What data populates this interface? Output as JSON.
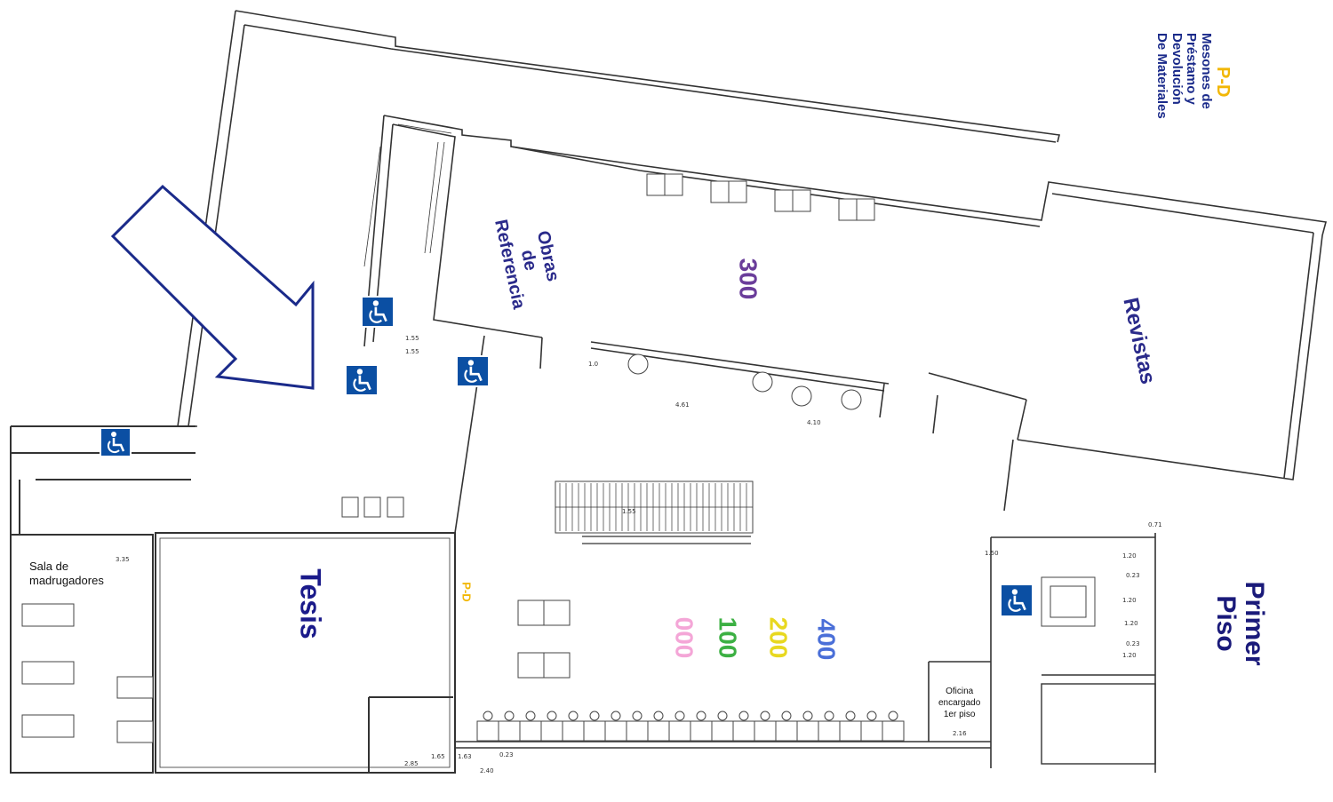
{
  "legend": {
    "code": "P-D",
    "lines": [
      "Mesones de",
      "Préstamo y",
      "Devolución",
      "De Materiales"
    ],
    "code_color": "#f2b705",
    "text_color": "#1a2a8a"
  },
  "floor_title": [
    "Primer",
    "Piso"
  ],
  "areas": {
    "obras_referencia": [
      "Obras",
      "de",
      "Referencia"
    ],
    "revistas": "Revistas",
    "tesis": "Tesis",
    "sala_madrugadores": [
      "Sala de",
      "madrugadores"
    ],
    "oficina": [
      "Oficina",
      "encargado",
      "1er piso"
    ],
    "pd_marker": "P-D"
  },
  "classifications": [
    {
      "label": "300",
      "color": "#6a3d9a"
    },
    {
      "label": "000",
      "color": "#f4a6d7"
    },
    {
      "label": "100",
      "color": "#3cb043"
    },
    {
      "label": "200",
      "color": "#f0e020"
    },
    {
      "label": "400",
      "color": "#4a6fd8"
    }
  ],
  "colors": {
    "label_navy": "#1a1a7a",
    "accessibility_bg": "#0b4fa3",
    "arrow": "#1a2a8a"
  },
  "dimensions": [
    "1.55",
    "1.55",
    "1.0",
    "4.61",
    "4.10",
    "1.55",
    "1.20",
    "0.23",
    "1.20",
    "1.20",
    "0.23",
    "1.20",
    "0.71",
    "2.16",
    "2.85",
    "1.65",
    "0.23",
    "2.40",
    "1.63",
    "3.35",
    "1.50"
  ],
  "icons": [
    "entrance-arrow-icon",
    "wheelchair-icon",
    "staircase-icon",
    "elevator-icon",
    "plant-icon"
  ]
}
